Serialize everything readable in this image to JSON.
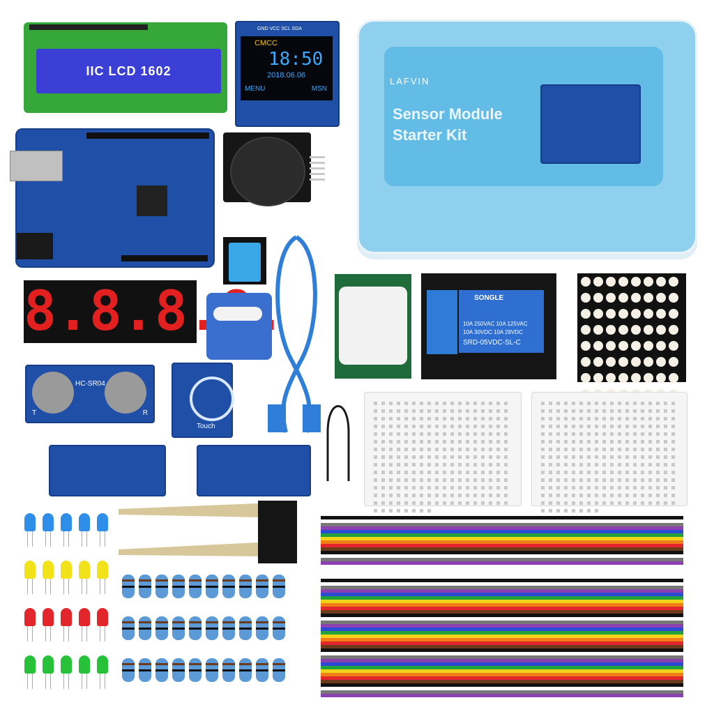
{
  "lcd": {
    "label": "IIC LCD 1602"
  },
  "oled": {
    "header_left": "CMCC",
    "time": "18:50",
    "date": "2018.06.06",
    "menu_left": "MENU",
    "menu_right": "MSN",
    "pins": "GND VCC SCL SDA"
  },
  "box": {
    "brand": "LAFVIN",
    "title_line1": "Sensor Module",
    "title_line2": "Starter Kit"
  },
  "relay": {
    "brand": "SONGLE",
    "spec1": "10A 250VAC  10A 125VAC",
    "spec2": "10A 30VDC   10A 28VDC",
    "model": "SRD-05VDC-SL-C"
  },
  "ultrasonic": {
    "label": "HC-SR04",
    "left": "T",
    "right": "R"
  },
  "touch": {
    "label": "Touch"
  },
  "seven_segment": {
    "digits": "8.8.8.8."
  },
  "led_colors": [
    "#2f8fe8",
    "#f2e21a",
    "#e3262b",
    "#27c23a"
  ],
  "wire_colors": [
    "#111111",
    "#ffffff",
    "#777777",
    "#8b3fb0",
    "#2b4bd6",
    "#22a03a",
    "#f2d21a",
    "#f07d16",
    "#e3262b",
    "#6b3b1b"
  ]
}
